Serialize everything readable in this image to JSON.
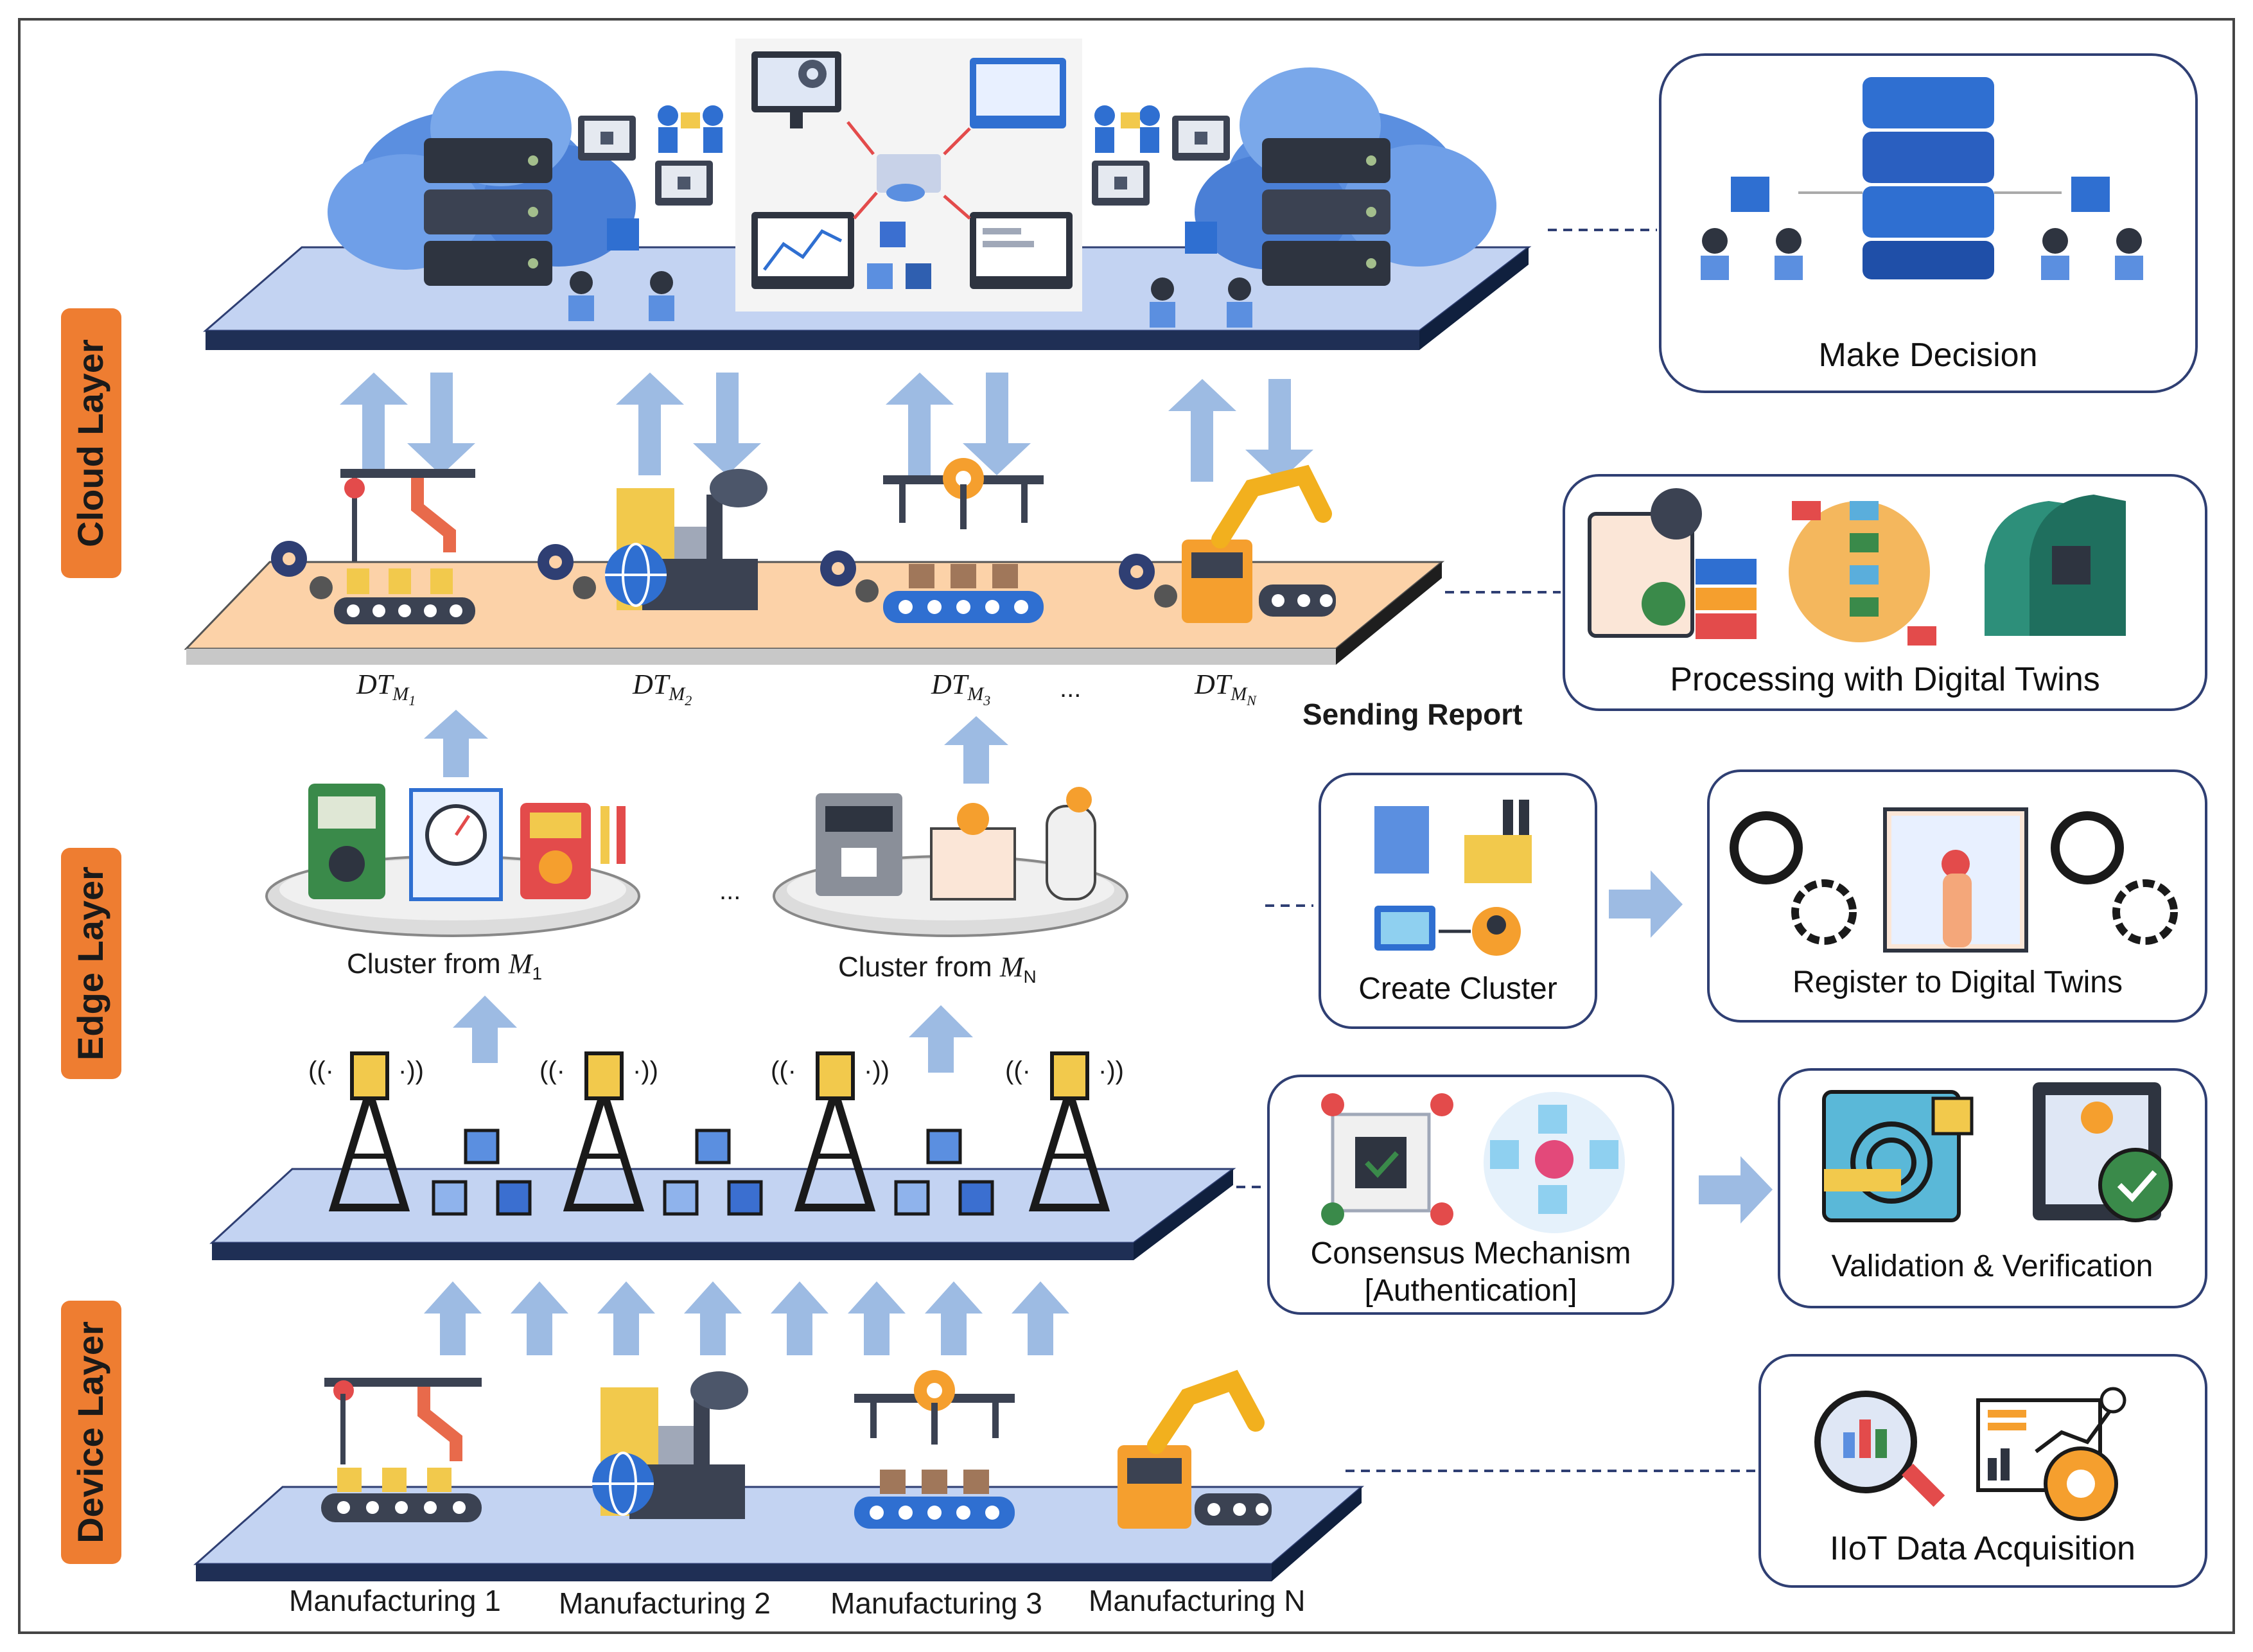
{
  "layers": {
    "cloud": "Cloud Layer",
    "edge": "Edge Layer",
    "device": "Device Layer"
  },
  "digital_twins": {
    "m1": "DT",
    "m1_sub": "M",
    "m1_subsub": "1",
    "m2_sub": "M",
    "m2_subsub": "2",
    "m3_sub": "M",
    "m3_subsub": "3",
    "mn_sub": "M",
    "mn_subsub": "N",
    "ellipsis": "..."
  },
  "sending_report": "Sending Report",
  "clusters": {
    "c1_prefix": "Cluster from ",
    "c1_var": "M",
    "c1_sub": "1",
    "cn_prefix": "Cluster from ",
    "cn_var": "M",
    "cn_sub": "N",
    "ellipsis": "..."
  },
  "manufacturing": [
    "Manufacturing 1",
    "Manufacturing 2",
    "Manufacturing 3",
    "Manufacturing N"
  ],
  "boxes": {
    "make_decision": "Make Decision",
    "processing": "Processing with Digital Twins",
    "create_cluster": "Create Cluster",
    "register": "Register to Digital Twins",
    "consensus_line1": "Consensus Mechanism",
    "consensus_line2": "[Authentication]",
    "validation": "Validation & Verification",
    "iiot": "IIoT Data Acquisition"
  },
  "colors": {
    "layer_badge": "#ee7d31",
    "cloud_platform": "#c3d3f2",
    "dt_platform": "#fcd2a8",
    "arrow": "#9dbbe3",
    "box_border": "#2f3f73",
    "cloud": "#5b8fe0"
  },
  "icons": [
    "cloud-icon",
    "server-icon",
    "monitor-icon",
    "lock-icon",
    "worker-icon",
    "building-icon",
    "gear-icon",
    "conveyor-icon",
    "robot-arm-icon",
    "factory-icon",
    "globe-icon",
    "tower-icon",
    "blockchain-icon",
    "multimeter-icon",
    "gauge-icon",
    "fingerprint-icon",
    "id-card-icon",
    "magnifier-chart-icon",
    "analytics-icon",
    "head-chip-icon",
    "flowchart-icon",
    "document-check-icon",
    "wifi-monitor-icon",
    "hand-touch-icon"
  ]
}
